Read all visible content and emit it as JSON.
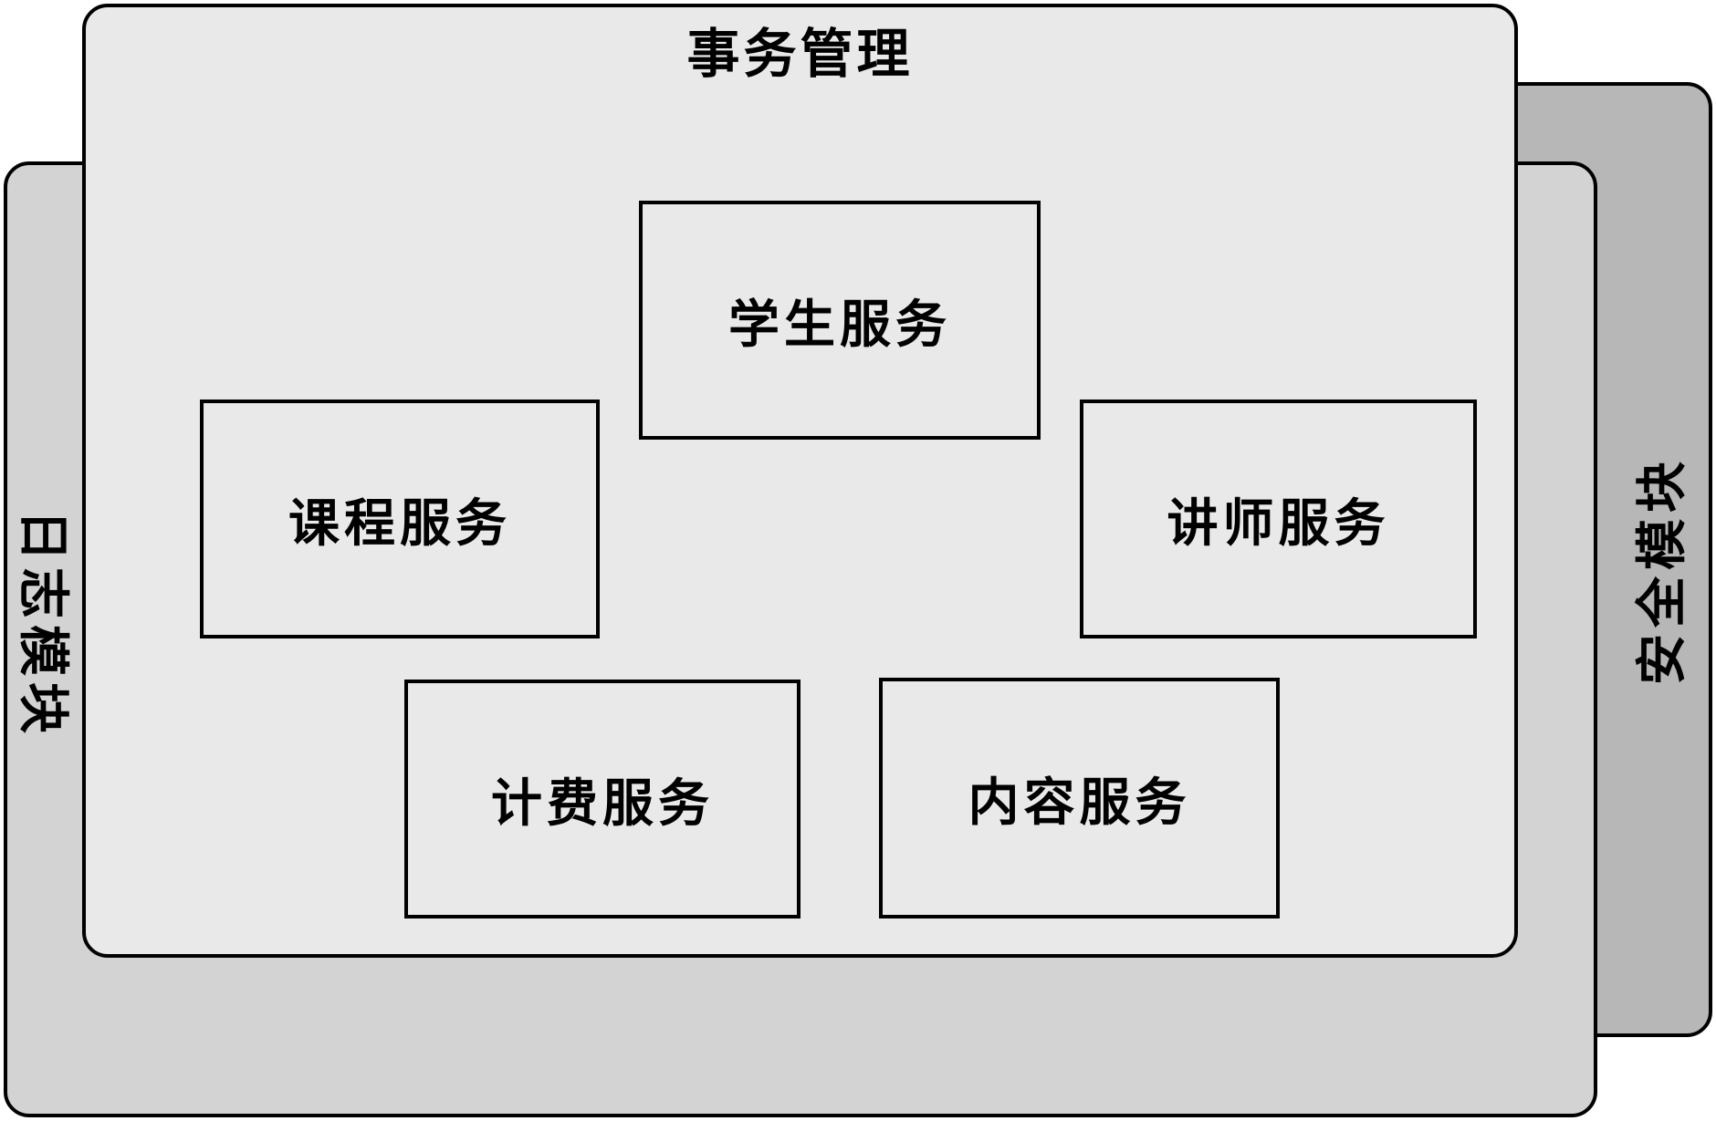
{
  "diagram": {
    "layers": {
      "transaction": {
        "label": "事务管理",
        "fill": "#e9e9e9"
      },
      "log": {
        "label": "日志模块",
        "fill": "#d3d3d3"
      },
      "security": {
        "label": "安全模块",
        "fill": "#b7b7b7"
      }
    },
    "services": [
      {
        "label": "学生服务"
      },
      {
        "label": "课程服务"
      },
      {
        "label": "讲师服务"
      },
      {
        "label": "计费服务"
      },
      {
        "label": "内容服务"
      }
    ],
    "colors": {
      "border": "#000000",
      "background": "#ffffff",
      "text": "#000000"
    }
  }
}
